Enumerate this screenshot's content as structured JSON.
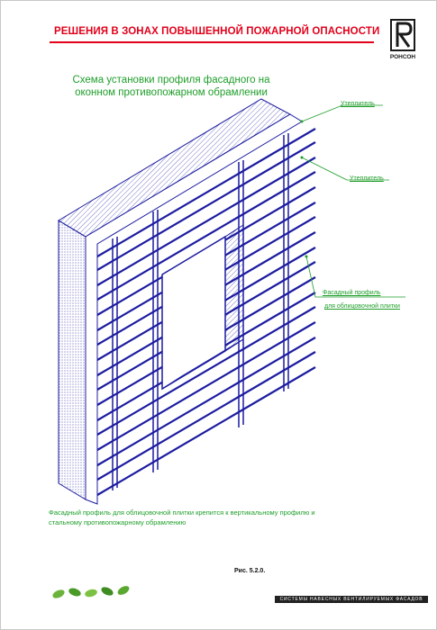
{
  "header": {
    "title": "РЕШЕНИЯ В ЗОНАХ ПОВЫШЕННОЙ ПОЖАРНОЙ ОПАСНОСТИ",
    "logo_text": "РОНСОН"
  },
  "subtitle": {
    "line1": "Схема установки  профиля фасадного на",
    "line2": "оконном противопожарном обрамлении"
  },
  "callouts": {
    "insulation_top": "Утеплитель",
    "insulation_middle": "Утеплитель",
    "facade_profile_line1": "Фасадный профиль",
    "facade_profile_line2": "для облицовочной плитки"
  },
  "caption": {
    "line1": "Фасадный профиль для облицовочной плитки крепится к вертикальному профилю  и",
    "line2": "стальному противопожарному обрамлению"
  },
  "figure_label": "Рис. 5.2.0.",
  "footer": {
    "text": "СИСТЕМЫ НАВЕСНЫХ ВЕНТИЛИРУЕМЫХ ФАСАДОВ"
  },
  "colors": {
    "title_red": "#e2001a",
    "annotation_green": "#1e9e2a",
    "drawing_blue": "#1c1ca0"
  }
}
